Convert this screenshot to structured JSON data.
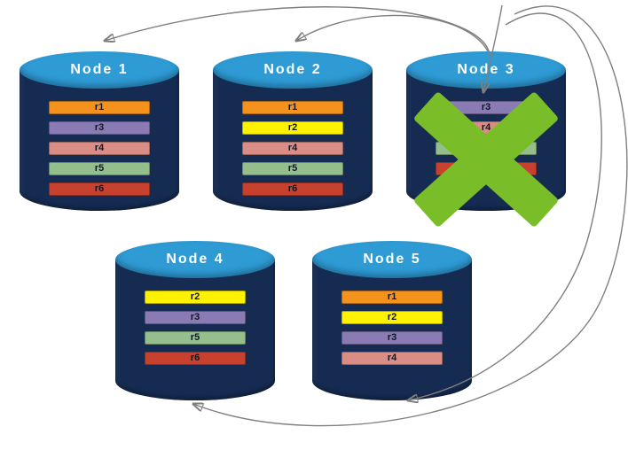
{
  "colors": {
    "cylinder_body": "#152B52",
    "cylinder_top": "#2E9BD5",
    "arrow": "#7F7F7F",
    "failure_x": "#79BE28",
    "replicas": {
      "r1": "#F5921E",
      "r2": "#FEF200",
      "r3": "#8B7BB5",
      "r4": "#D98D85",
      "r5": "#95BE8D",
      "r6": "#C8402E"
    }
  },
  "nodes": [
    {
      "id": "node-1",
      "label": "Node 1",
      "failed": false,
      "replicas": [
        "r1",
        "r3",
        "r4",
        "r5",
        "r6"
      ]
    },
    {
      "id": "node-2",
      "label": "Node 2",
      "failed": false,
      "replicas": [
        "r1",
        "r2",
        "r4",
        "r5",
        "r6"
      ]
    },
    {
      "id": "node-3",
      "label": "Node 3",
      "failed": true,
      "replicas": [
        "r3",
        "r4",
        "r5",
        "r6"
      ]
    },
    {
      "id": "node-4",
      "label": "Node 4",
      "failed": false,
      "replicas": [
        "r2",
        "r3",
        "r5",
        "r6"
      ]
    },
    {
      "id": "node-5",
      "label": "Node 5",
      "failed": false,
      "replicas": [
        "r1",
        "r2",
        "r3",
        "r4"
      ]
    }
  ],
  "arrows": [
    {
      "from": "node-3",
      "to": "node-1"
    },
    {
      "from": "node-3",
      "to": "node-2"
    },
    {
      "from": "node-3",
      "to": "node-3"
    },
    {
      "from": "node-3",
      "to": "node-5"
    },
    {
      "from": "node-3",
      "to": "node-4"
    }
  ]
}
